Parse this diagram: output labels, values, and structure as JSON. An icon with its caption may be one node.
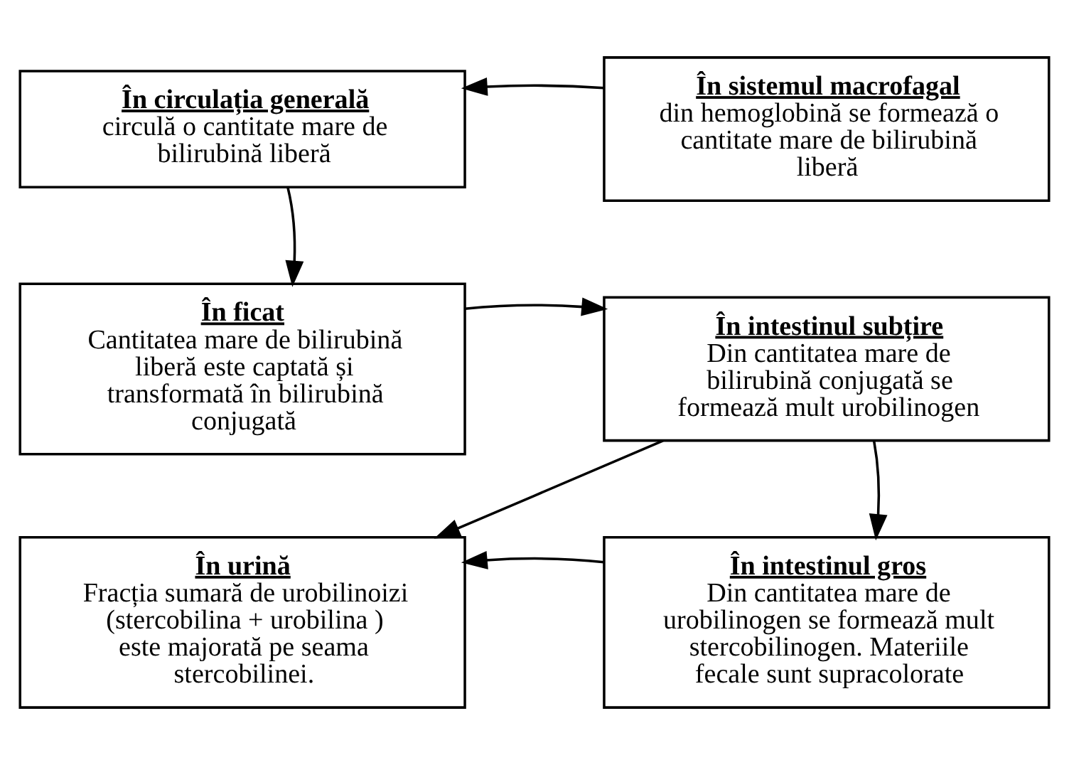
{
  "diagram": {
    "nodes": [
      {
        "text": [
          "În circulația generală",
          "circulă o cantitate mare de bilirubină liberă"
        ]
      },
      {
        "text": [
          "În sistemul macrofagal",
          "din hemoglobină se formează o cantitate mare de bilirubină liberă"
        ]
      },
      {
        "text": [
          "În ficat",
          "Cantitatea mare de bilirubină liberă este captată și transformată în bilirubină conjugată"
        ]
      },
      {
        "text": [
          "În intestinul subțire",
          "Din cantitatea mare de bilirubină conjugată se formează mult urobilinogen"
        ]
      },
      {
        "text": [
          "În urină",
          "Fracția sumară de urobilinoizi (stercobilina + urobilina ) este majorată pe seama stercobilinei."
        ]
      },
      {
        "text": [
          "În intestinul gros",
          "Din cantitatea mare de urobilinogen se formează mult stercobilinogen. Materiile fecale sunt supracolorate"
        ]
      }
    ],
    "edges": [
      {
        "from": 1,
        "to": 0,
        "arrow": "to"
      },
      {
        "from": 0,
        "to": 2,
        "arrow": "to"
      },
      {
        "from": 2,
        "to": 3,
        "arrow": "to"
      },
      {
        "from": 3,
        "to": 4,
        "arrow": "to"
      },
      {
        "from": 3,
        "to": 5,
        "arrow": "to"
      },
      {
        "from": 5,
        "to": 4,
        "arrow": "to"
      }
    ]
  }
}
